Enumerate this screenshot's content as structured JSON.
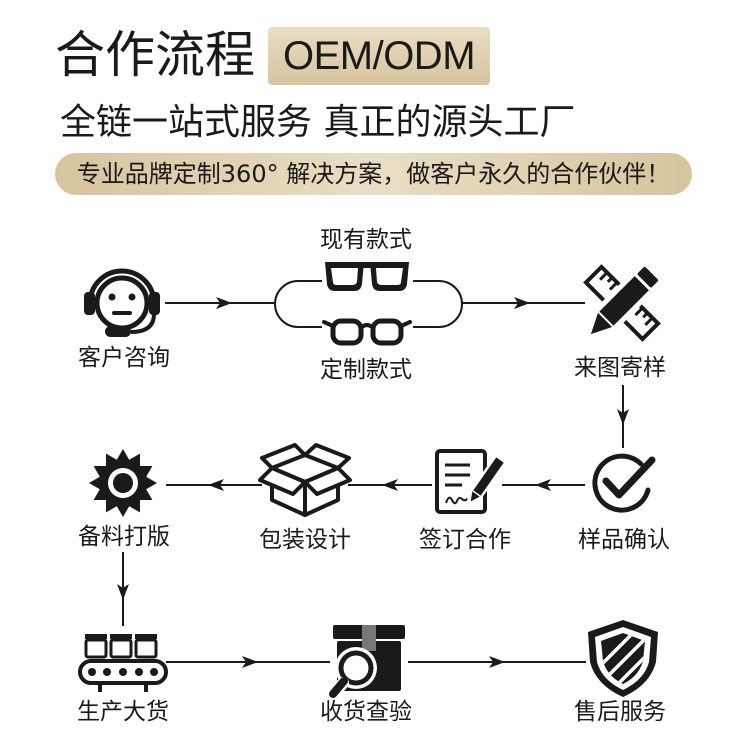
{
  "header": {
    "title": "合作流程",
    "badge": "OEM/ODM",
    "subtitle": "全链一站式服务 真正的源头工厂",
    "banner": "专业品牌定制360° 解决方案，做客户永久的合作伙伴！"
  },
  "colors": {
    "accent": "#d6c49d",
    "accent_light": "#e9dec4",
    "ink": "#1a1a1a",
    "background": "#ffffff"
  },
  "style_options": [
    {
      "label": "现有款式",
      "icon": "sunglasses-icon"
    },
    {
      "label": "定制款式",
      "icon": "eyeglasses-icon"
    }
  ],
  "steps": [
    {
      "label": "客户咨询",
      "icon": "customer-service-icon"
    },
    {
      "label": "来图寄样",
      "icon": "pencil-ruler-icon"
    },
    {
      "label": "样品确认",
      "icon": "check-circle-icon"
    },
    {
      "label": "签订合作",
      "icon": "contract-sign-icon"
    },
    {
      "label": "包装设计",
      "icon": "package-box-icon"
    },
    {
      "label": "备料打版",
      "icon": "gear-icon"
    },
    {
      "label": "生产大货",
      "icon": "conveyor-belt-icon"
    },
    {
      "label": "收货查验",
      "icon": "box-inspection-icon"
    },
    {
      "label": "售后服务",
      "icon": "shield-icon"
    }
  ]
}
